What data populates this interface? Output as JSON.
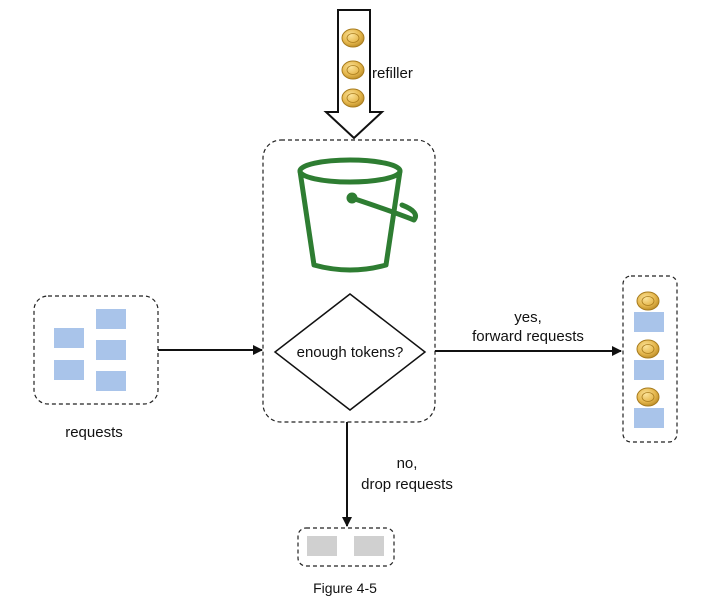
{
  "refiller": {
    "label": "refiller"
  },
  "decision": {
    "label": "enough tokens?"
  },
  "incoming": {
    "label": "requests"
  },
  "yes_branch": {
    "line1": "yes,",
    "line2": "forward requests"
  },
  "no_branch": {
    "line1": "no,",
    "line2": "drop requests"
  },
  "caption": "Figure 4-5",
  "colors": {
    "request_block": "#a9c4ea",
    "dropped_block": "#d0d0d0",
    "bucket": "#2e7d32",
    "coin_fill": "#e6b84e",
    "coin_edge": "#a87c1e"
  }
}
